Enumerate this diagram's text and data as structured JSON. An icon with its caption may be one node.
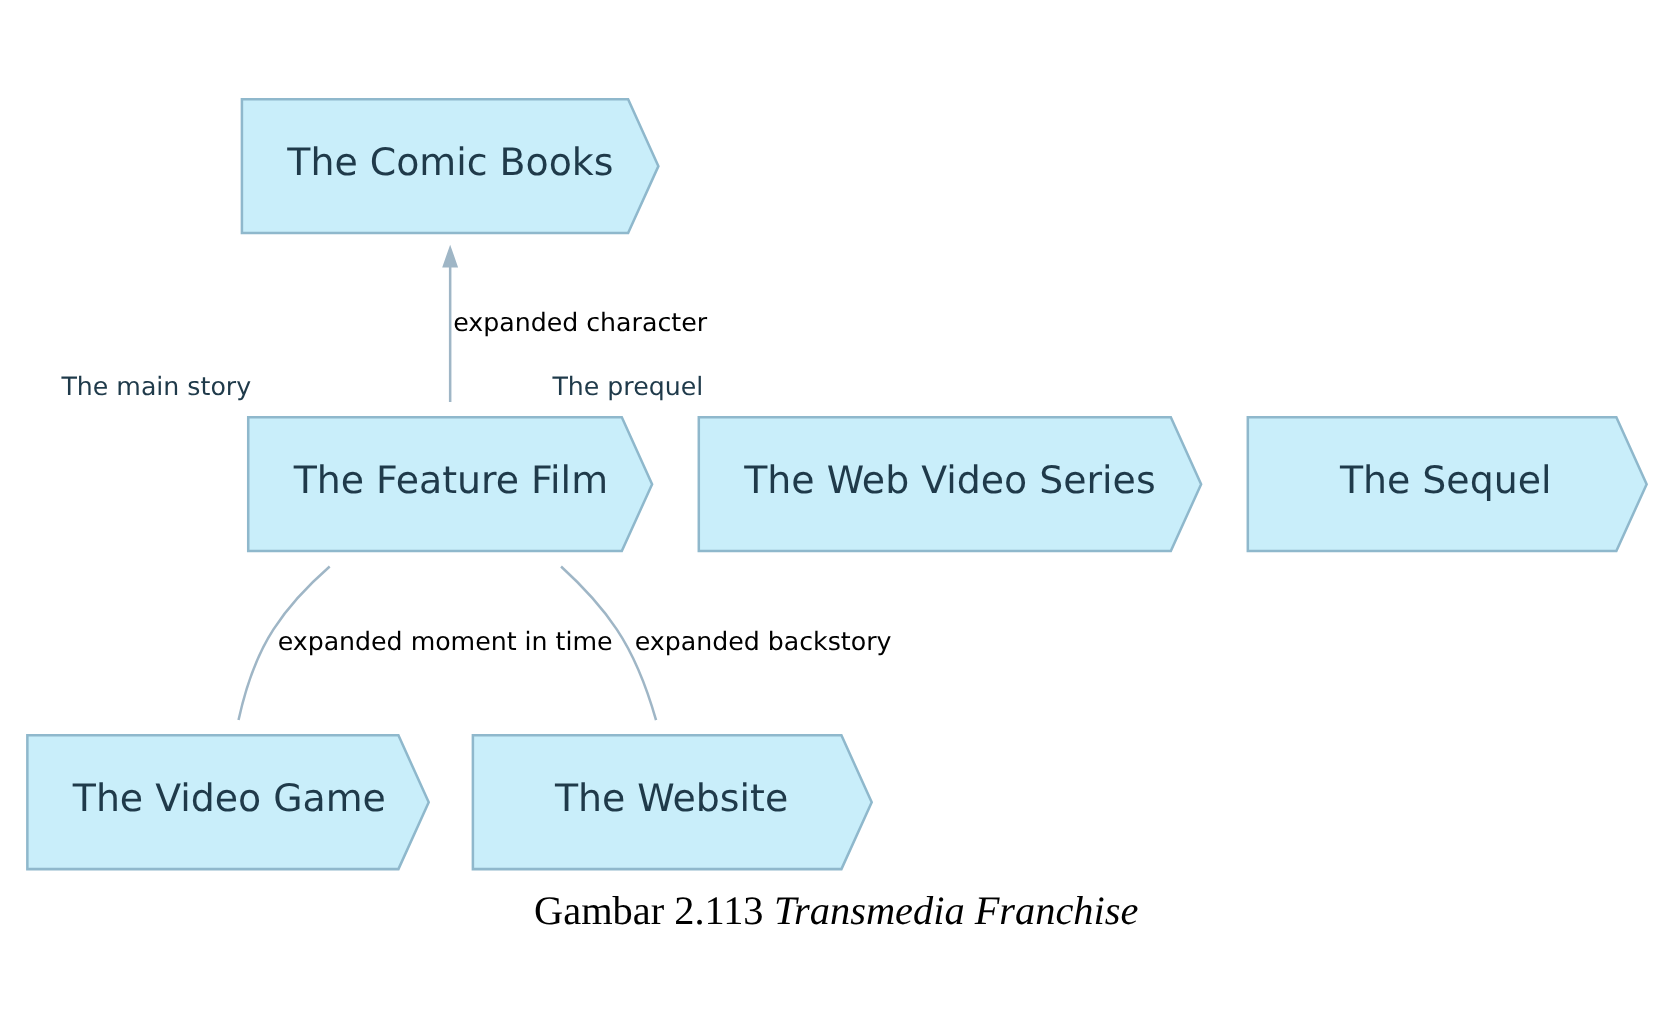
{
  "diagram": {
    "caption": "Gambar 2.113 *Transmedia Franchise*",
    "nodes": [
      {
        "text": [
          "The Comic Books"
        ]
      },
      {
        "text": [
          "The Web Video Series"
        ],
        "beside": [
          "The prequel"
        ]
      },
      {
        "text": [
          "The Feature Film"
        ],
        "beside": [
          "The main story"
        ]
      },
      {
        "text": [
          "The Sequel"
        ]
      },
      {
        "text": [
          "The Video Game"
        ]
      },
      {
        "text": [
          "The Website"
        ]
      }
    ],
    "edges": [
      {
        "from": 2,
        "to": 0,
        "arrow": "to",
        "label": "expanded character"
      },
      {
        "from": 2,
        "to": 4,
        "arrow": "none",
        "label": "expanded moment in time"
      },
      {
        "from": 2,
        "to": 5,
        "arrow": "none",
        "label": "expanded backstory"
      }
    ]
  }
}
